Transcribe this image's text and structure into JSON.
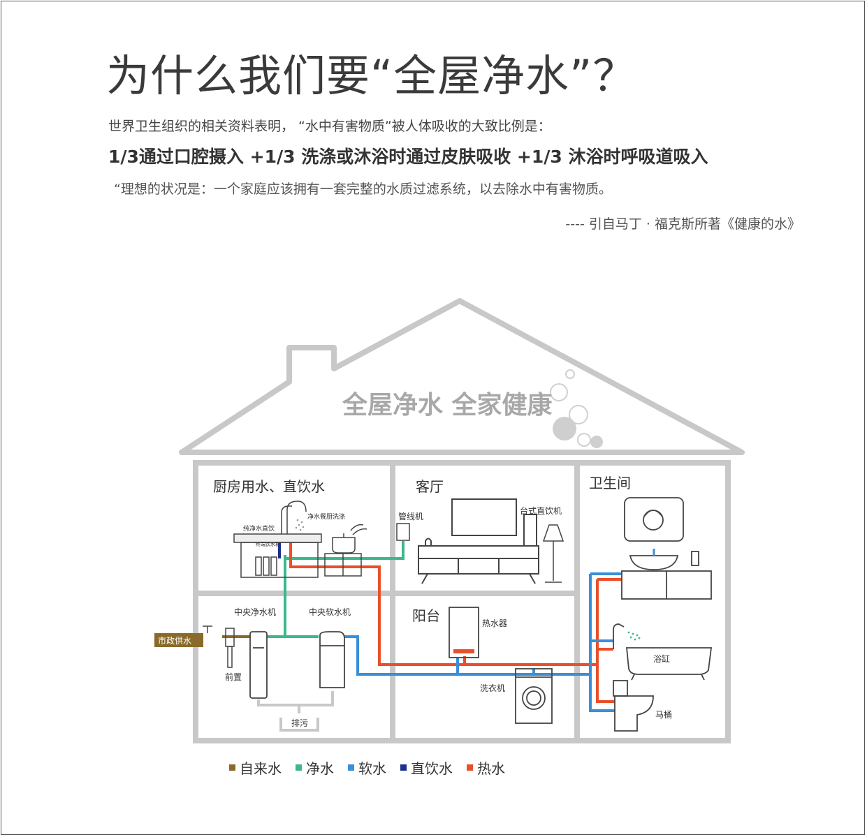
{
  "heading": "为什么我们要“全屋净水”？",
  "intro": "世界卫生组织的相关资料表明，  “水中有害物质”被人体吸收的大致比例是：",
  "ratio": "1/3通过口腔摄入 +1/3 洗涤或沐浴时通过皮肤吸收 +1/3 沐浴时呼吸道吸入",
  "quote": "“理想的状况是：一个家庭应该拥有一套完整的水质过滤系统，以去除水中有害物质。",
  "citation": "---- 引自马丁 · 福克斯所著《健康的水》",
  "house": {
    "slogan": "全屋净水 全家健康",
    "rooms": {
      "kitchen": "厨房用水、直饮水",
      "living": "客厅",
      "bathroom": "卫生间",
      "balcony": "阳台"
    },
    "labels": {
      "pure_drink": "纯净水直饮",
      "sink_wash": "净水餐厨洗涤",
      "terminal": "终端饮水机",
      "pipeline_machine": "管线机",
      "desktop_drink": "台式直饮机",
      "central_purifier": "中央净水机",
      "central_softener": "中央软水机",
      "municipal": "市政供水",
      "prefilter": "前置",
      "drain": "排污",
      "heater": "热水器",
      "washer": "洗衣机",
      "bathtub": "浴缸",
      "toilet": "马桶"
    }
  },
  "legend": [
    {
      "label": "自来水",
      "color": "#8a6a2a"
    },
    {
      "label": "净水",
      "color": "#3cb88a"
    },
    {
      "label": "软水",
      "color": "#3a8fd6"
    },
    {
      "label": "直饮水",
      "color": "#1c2f8c"
    },
    {
      "label": "热水",
      "color": "#e9502a"
    }
  ],
  "colors": {
    "wall": "#c8c8c8",
    "tap": "#8a6a2a",
    "purified": "#3cb88a",
    "soft": "#3a8fd6",
    "direct": "#1c2f8c",
    "hot": "#e9502a"
  }
}
